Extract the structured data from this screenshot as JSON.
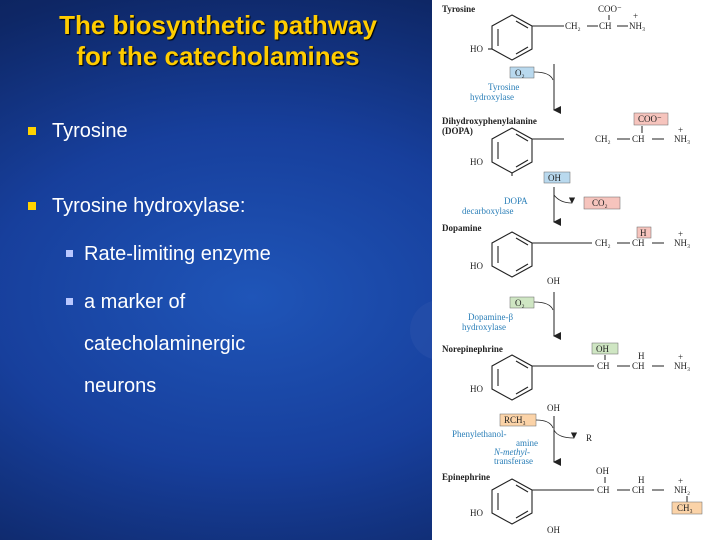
{
  "slide": {
    "title_line1": "The biosynthetic pathway",
    "title_line2": "for the catecholamines",
    "bullets": {
      "b1": "Tyrosine",
      "b2": "Tyrosine hydroxylase:",
      "b2_sub1": "Rate-limiting enzyme",
      "b2_sub2_line1": "a marker of",
      "b2_sub2_line2": "catecholaminergic",
      "b2_sub2_line3": "neurons"
    }
  },
  "pathway": {
    "compounds": {
      "tyrosine": "Tyrosine",
      "dopa_line1": "Dihydroxyphenylalanine",
      "dopa_line2": "(DOPA)",
      "dopamine": "Dopamine",
      "norepinephrine": "Norepinephrine",
      "epinephrine": "Epinephrine"
    },
    "enzymes": {
      "th_line1": "Tyrosine",
      "th_line2": "hydroxylase",
      "ddc_line1": "DOPA",
      "ddc_line2": "decarboxylase",
      "dbh_line1": "Dopamine-β",
      "dbh_line2": "hydroxylase",
      "pnmt_line1": "Phenylethanol-",
      "pnmt_line2": "amine",
      "pnmt_line3": "N-methyl-",
      "pnmt_line4": "transferase"
    },
    "cofactors": {
      "o2": "O₂",
      "co2": "CO₂",
      "rch3": "RCH₃",
      "r": "R"
    },
    "groups": {
      "ho": "HO",
      "oh": "OH",
      "ch2": "CH₂",
      "ch": "CH",
      "coo": "COO⁻",
      "nh3": "NH₃",
      "nh2": "NH₂",
      "h": "H",
      "ch3": "CH₃",
      "plus": "+"
    },
    "colors": {
      "blue_box": "#b9d9ee",
      "red_box": "#f6c4bd",
      "green_box": "#cfe6c3",
      "orange_box": "#fbd3a8",
      "enzyme_text": "#2b7fb8"
    }
  }
}
